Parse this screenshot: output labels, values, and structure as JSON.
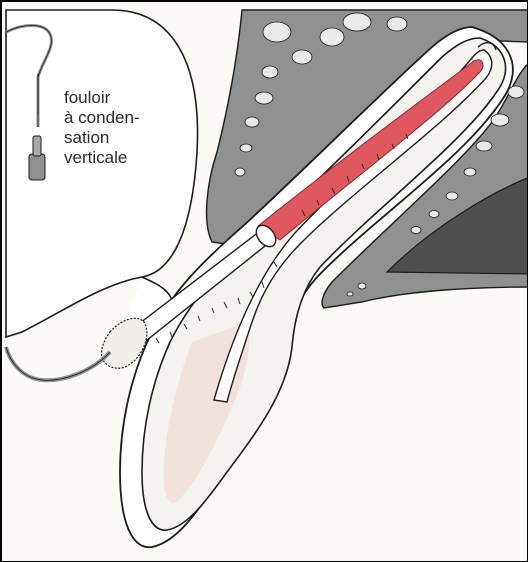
{
  "figure": {
    "instrument_label": {
      "lines": [
        "fouloir",
        "à conden-",
        "sation",
        "verticale"
      ]
    }
  },
  "colors": {
    "gutta_percha": "#e0575e",
    "bone": "#8f9090",
    "bone_dark": "#4e5050",
    "enamel": "#f4f3ef",
    "pulp_tint": "#f0e1dc",
    "outline": "#1c1c1c"
  }
}
